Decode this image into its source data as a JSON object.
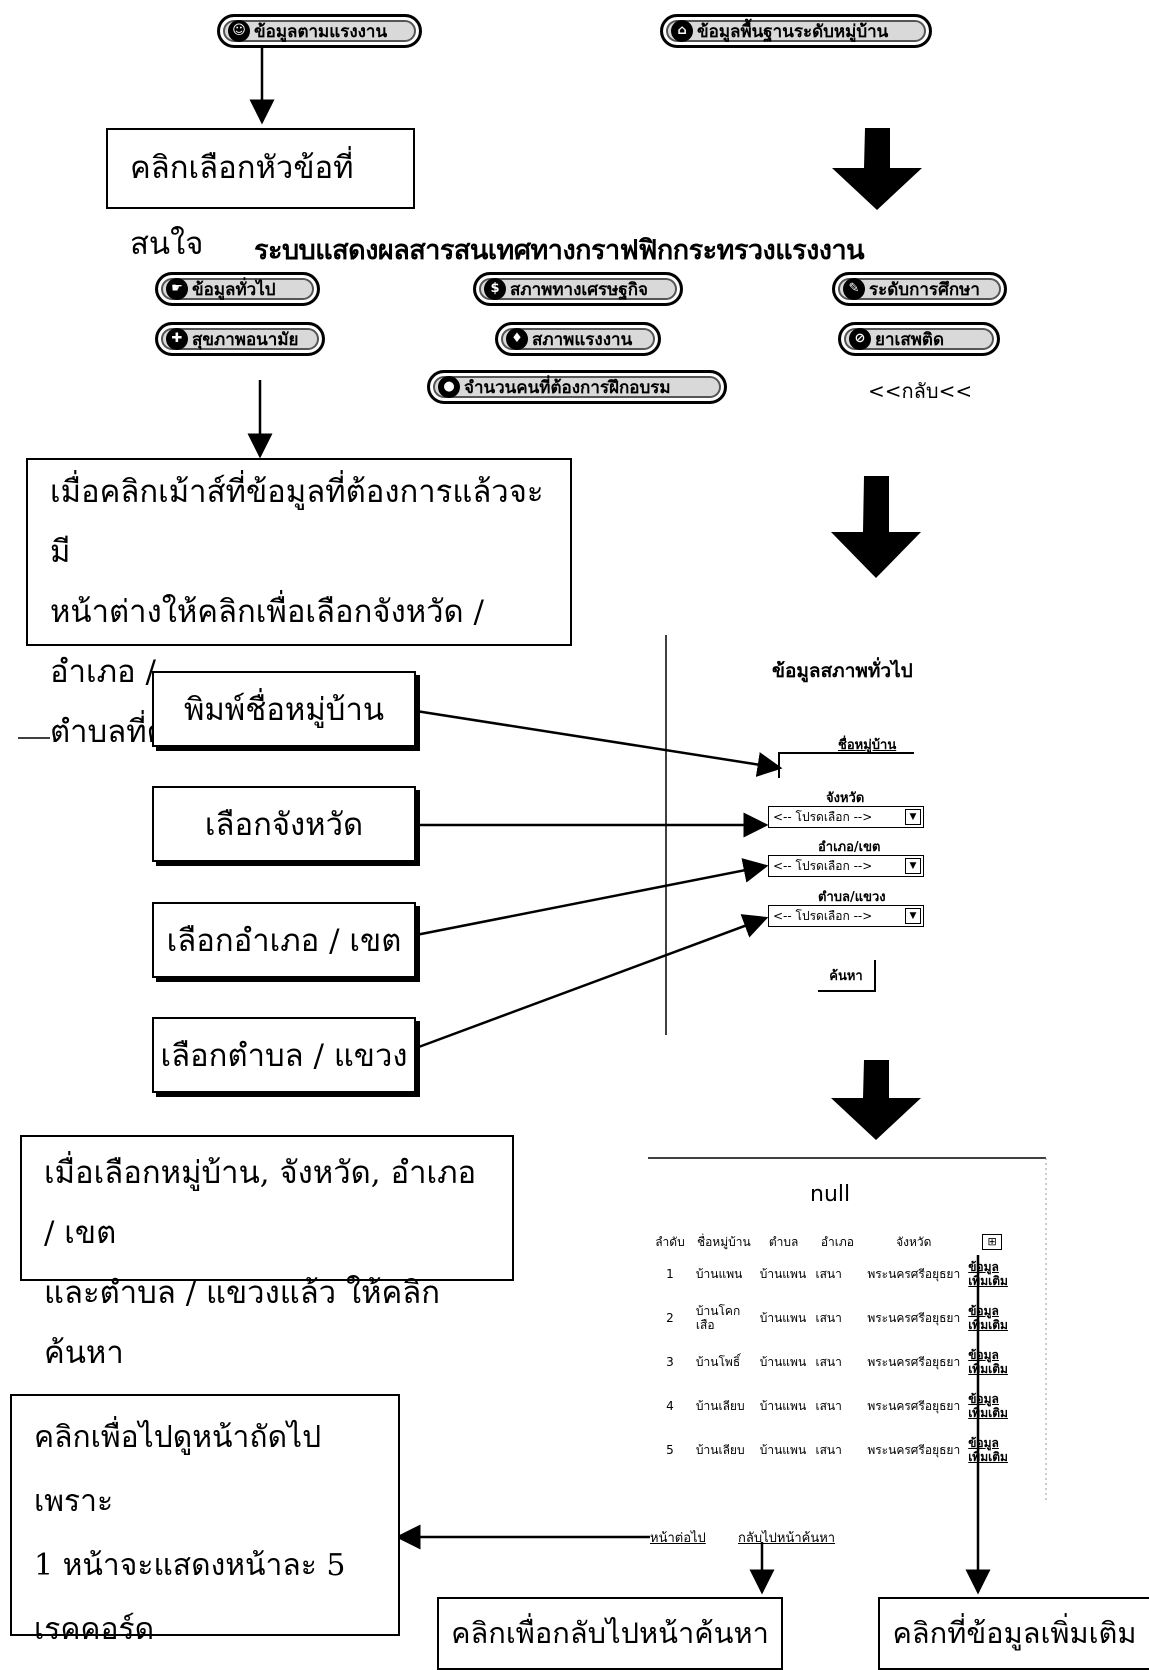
{
  "top_buttons": [
    "ข้อมูลตามแรงงาน",
    "ข้อมูลพื้นฐานระดับหมู่บ้าน"
  ],
  "step1_text": "คลิกเลือกหัวข้อที่สนใจ",
  "system_title": "ระบบแสดงผลสารสนเทศทางกราฟฟิกกระทรวงแรงงาน",
  "menu_buttons": [
    "ข้อมูลทั่วไป",
    "สภาพทางเศรษฐกิจ",
    "ระดับการศึกษา",
    "สุขภาพอนามัย",
    "สภาพแรงงาน",
    "ยาเสพติด",
    "จำนวนคนที่ต้องการฝึกอบรม"
  ],
  "back_link": "<<กลับ<<",
  "step2_text": [
    "เมื่อคลิกเม้าส์ที่ข้อมูลที่ต้องการแล้วจะมี",
    "หน้าต่างให้คลิกเพื่อเลือกจังหวัด / อำเภอ /",
    "ตำบลที่ต้องการ"
  ],
  "labels": {
    "village": "พิมพ์ชื่อหมู่บ้าน",
    "province": "เลือกจังหวัด",
    "district": "เลือกอำเภอ / เขต",
    "subdistrict": "เลือกตำบล / แขวง"
  },
  "form": {
    "title": "ข้อมูลสภาพทั่วไป",
    "village_label": "ชื่อหมู่บ้าน",
    "province_label": "จังหวัด",
    "district_label": "อำเภอ/เขต",
    "subdistrict_label": "ตำบล/แขวง",
    "select_placeholder": "<-- โปรดเลือก -->",
    "search_button": "ค้นหา"
  },
  "step3_text": [
    "เมื่อเลือกหมู่บ้าน, จังหวัด, อำเภอ / เขต",
    "และตำบล / แขวงแล้ว ให้คลิกค้นหา"
  ],
  "results": {
    "title": "null",
    "headers": [
      "ลำดับ",
      "ชื่อหมู่บ้าน",
      "ตำบล",
      "อำเภอ",
      "จังหวัด",
      ""
    ],
    "rows": [
      [
        "1",
        "บ้านแพน",
        "บ้านแพน",
        "เสนา",
        "พระนครศรีอยุธยา",
        "ข้อมูลเพิ่มเติม"
      ],
      [
        "2",
        "บ้านโคกเสือ",
        "บ้านแพน",
        "เสนา",
        "พระนครศรีอยุธยา",
        "ข้อมูลเพิ่มเติม"
      ],
      [
        "3",
        "บ้านโพธิ์",
        "บ้านแพน",
        "เสนา",
        "พระนครศรีอยุธยา",
        "ข้อมูลเพิ่มเติม"
      ],
      [
        "4",
        "บ้านเลียบ",
        "บ้านแพน",
        "เสนา",
        "พระนครศรีอยุธยา",
        "ข้อมูลเพิ่มเติม"
      ],
      [
        "5",
        "บ้านเลียบ",
        "บ้านแพน",
        "เสนา",
        "พระนครศรีอยุธยา",
        "ข้อมูลเพิ่มเติม"
      ]
    ],
    "next_link": "หน้าต่อไป",
    "back_search_link": "กลับไปหน้าค้นหา"
  },
  "step4_text": [
    "คลิกเพื่อไปดูหน้าถัดไป เพราะ",
    "1  หน้าจะแสดงหน้าละ 5",
    "เรคคอร์ด"
  ],
  "back_to_search_note": "คลิกเพื่อกลับไปหน้าค้นหา",
  "more_info_note": "คลิกที่ข้อมูลเพิ่มเติม"
}
